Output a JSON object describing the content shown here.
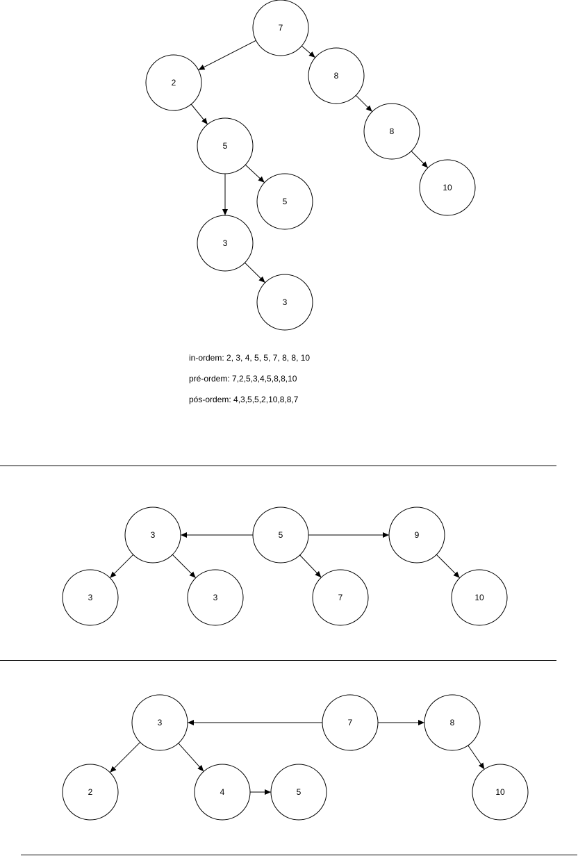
{
  "traversals": {
    "in_order": "in-ordem: 2, 3, 4, 5, 5, 7, 8, 8, 10",
    "pre_order": "pré-ordem: 7,2,5,3,4,5,8,8,10",
    "post_order": "pós-ordem: 4,3,5,5,2,10,8,8,7"
  },
  "tree1": {
    "nodes": [
      {
        "id": "a",
        "label": "7"
      },
      {
        "id": "b",
        "label": "2"
      },
      {
        "id": "c",
        "label": "8"
      },
      {
        "id": "d",
        "label": "5"
      },
      {
        "id": "e",
        "label": "8"
      },
      {
        "id": "f",
        "label": "5"
      },
      {
        "id": "g",
        "label": "3"
      },
      {
        "id": "h",
        "label": "10"
      },
      {
        "id": "i",
        "label": "3"
      }
    ],
    "edges": [
      [
        "a",
        "b"
      ],
      [
        "a",
        "c"
      ],
      [
        "b",
        "d"
      ],
      [
        "c",
        "e"
      ],
      [
        "e",
        "h"
      ],
      [
        "d",
        "f"
      ],
      [
        "d",
        "g"
      ],
      [
        "g",
        "i"
      ]
    ]
  },
  "tree2": {
    "nodes": [
      {
        "id": "a",
        "label": "3"
      },
      {
        "id": "b",
        "label": "5"
      },
      {
        "id": "c",
        "label": "9"
      },
      {
        "id": "d",
        "label": "3"
      },
      {
        "id": "e",
        "label": "3"
      },
      {
        "id": "f",
        "label": "7"
      },
      {
        "id": "g",
        "label": "10"
      }
    ],
    "edges": [
      [
        "b",
        "a"
      ],
      [
        "b",
        "c"
      ],
      [
        "a",
        "d"
      ],
      [
        "a",
        "e"
      ],
      [
        "b",
        "f"
      ],
      [
        "c",
        "g"
      ]
    ]
  },
  "tree3": {
    "nodes": [
      {
        "id": "a",
        "label": "3"
      },
      {
        "id": "b",
        "label": "7"
      },
      {
        "id": "c",
        "label": "8"
      },
      {
        "id": "d",
        "label": "2"
      },
      {
        "id": "e",
        "label": "4"
      },
      {
        "id": "f",
        "label": "5"
      },
      {
        "id": "g",
        "label": "10"
      }
    ],
    "edges": [
      [
        "b",
        "a"
      ],
      [
        "b",
        "c"
      ],
      [
        "a",
        "d"
      ],
      [
        "a",
        "e"
      ],
      [
        "e",
        "f"
      ],
      [
        "c",
        "g"
      ]
    ]
  }
}
